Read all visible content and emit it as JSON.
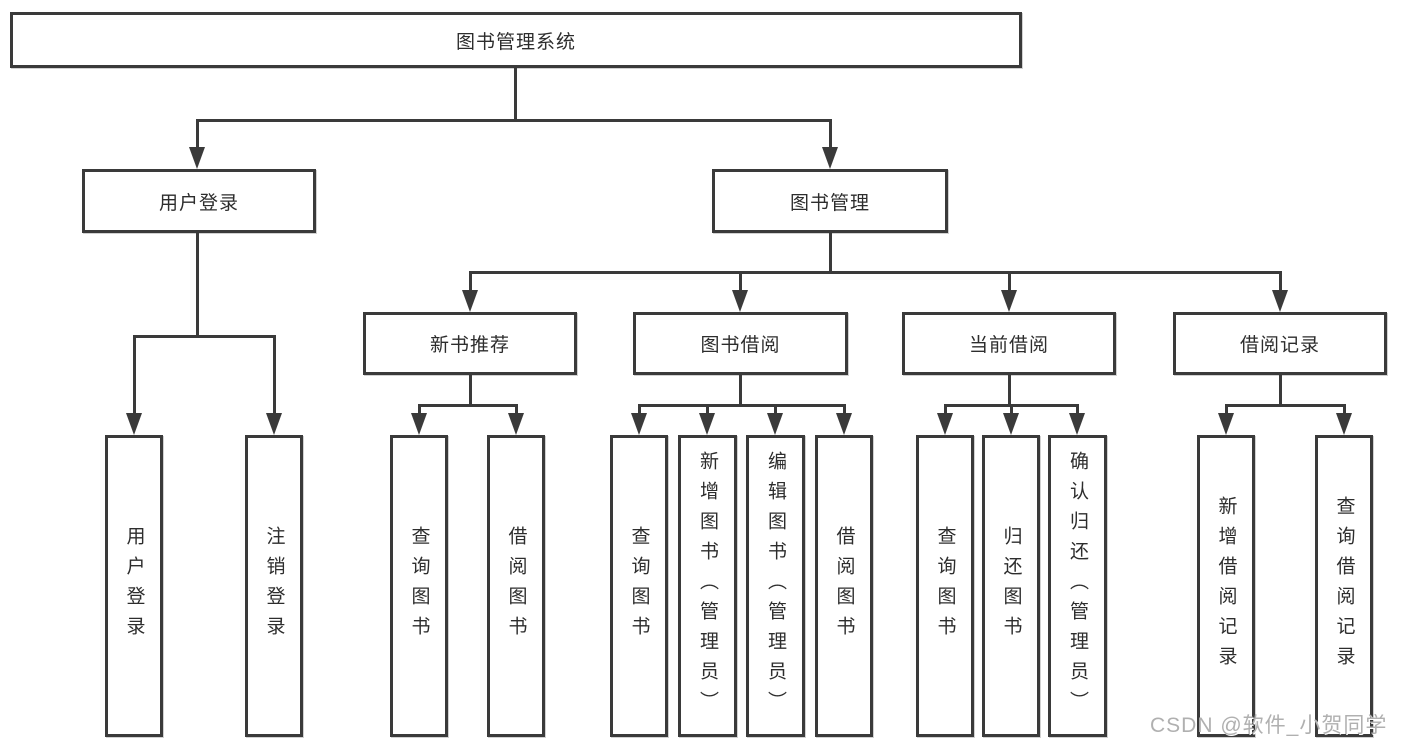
{
  "colors": {
    "background": "#ffffff",
    "line": "#3a3a3a",
    "border": "#3a3a3a",
    "text": "#2d2d2d",
    "watermark": "#b0b0b0"
  },
  "diagram": {
    "root": {
      "label": "图书管理系统"
    },
    "level2": [
      {
        "id": "user-login",
        "label": "用户登录"
      },
      {
        "id": "book-management",
        "label": "图书管理"
      }
    ],
    "level3": [
      {
        "id": "new-book-recommend",
        "label": "新书推荐"
      },
      {
        "id": "book-borrowing",
        "label": "图书借阅"
      },
      {
        "id": "current-borrowing",
        "label": "当前借阅"
      },
      {
        "id": "borrowing-records",
        "label": "借阅记录"
      }
    ],
    "leaves": {
      "user_login": [
        {
          "label": "用户登录"
        },
        {
          "label": "注销登录"
        }
      ],
      "new_book_recommend": [
        {
          "label": "查询图书"
        },
        {
          "label": "借阅图书"
        }
      ],
      "book_borrowing": [
        {
          "label": "查询图书"
        },
        {
          "label": "新增图书（管理员）"
        },
        {
          "label": "编辑图书（管理员）"
        },
        {
          "label": "借阅图书"
        }
      ],
      "current_borrowing": [
        {
          "label": "查询图书"
        },
        {
          "label": "归还图书"
        },
        {
          "label": "确认归还（管理员）"
        }
      ],
      "borrowing_records": [
        {
          "label": "新增借阅记录"
        },
        {
          "label": "查询借阅记录"
        }
      ]
    }
  },
  "watermark": {
    "text": "CSDN @软件_小贺同学"
  }
}
